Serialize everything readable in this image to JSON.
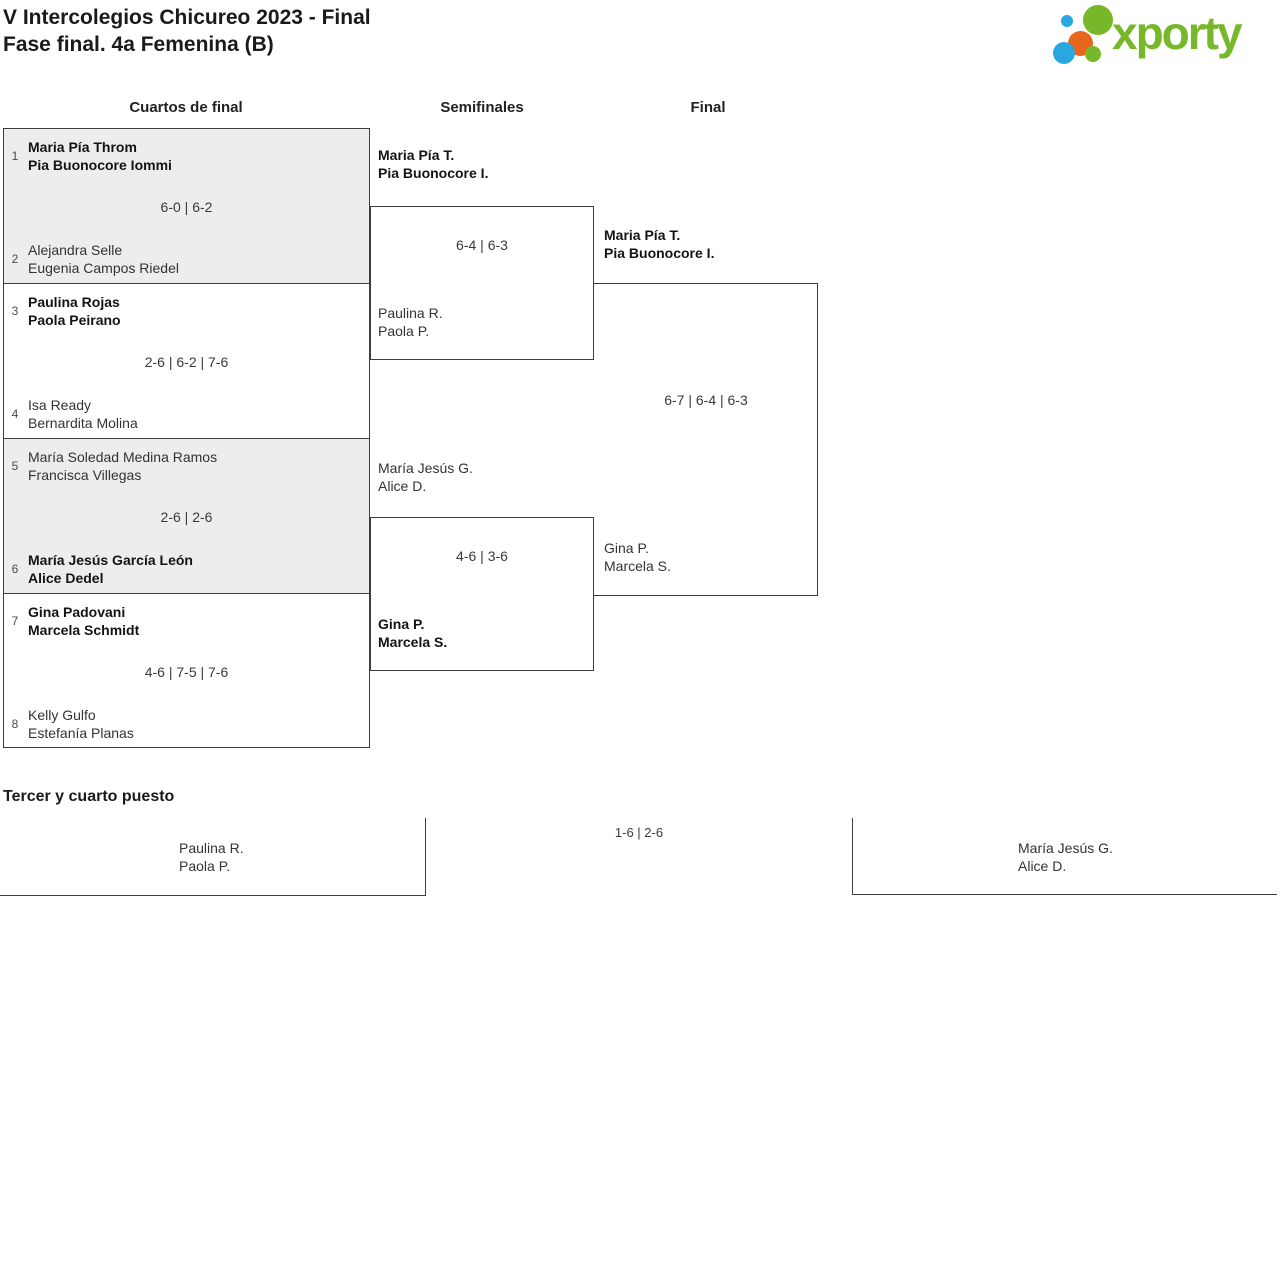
{
  "page": {
    "title_line1": "V Intercolegios Chicureo 2023 - Final",
    "title_line2": "Fase final. 4a Femenina (B)",
    "logo_text": "xporty"
  },
  "colors": {
    "logo_green": "#76b82a",
    "logo_blue": "#29a8e0",
    "logo_orange": "#e8651c",
    "match_box_gray": "#ededed",
    "line_color": "#3d3d3d"
  },
  "rounds": {
    "quarterfinals": "Cuartos de final",
    "semifinals": "Semifinales",
    "final": "Final"
  },
  "bracket": {
    "quarterfinals": [
      {
        "seed_top": "1",
        "team_top": [
          "Maria Pía Throm",
          "Pia Buonocore Iommi"
        ],
        "top_winner": true,
        "score": "6-0 | 6-2",
        "seed_bottom": "2",
        "team_bottom": [
          "Alejandra Selle",
          "Eugenia Campos Riedel"
        ],
        "bottom_winner": false
      },
      {
        "seed_top": "3",
        "team_top": [
          "Paulina Rojas",
          "Paola Peirano"
        ],
        "top_winner": true,
        "score": "2-6 | 6-2 | 7-6",
        "seed_bottom": "4",
        "team_bottom": [
          "Isa Ready",
          "Bernardita Molina"
        ],
        "bottom_winner": false
      },
      {
        "seed_top": "5",
        "team_top": [
          "María Soledad Medina Ramos",
          "Francisca Villegas"
        ],
        "top_winner": false,
        "score": "2-6 | 2-6",
        "seed_bottom": "6",
        "team_bottom": [
          "María Jesús García León",
          "Alice Dedel"
        ],
        "bottom_winner": true
      },
      {
        "seed_top": "7",
        "team_top": [
          "Gina Padovani",
          "Marcela Schmidt"
        ],
        "top_winner": true,
        "score": "4-6 | 7-5 | 7-6",
        "seed_bottom": "8",
        "team_bottom": [
          "Kelly Gulfo",
          "Estefanía Planas"
        ],
        "bottom_winner": false
      }
    ],
    "semifinals": [
      {
        "team_top": [
          "Maria Pía T.",
          "Pia Buonocore I."
        ],
        "top_winner": true,
        "score": "6-4 | 6-3",
        "team_bottom": [
          "Paulina R.",
          "Paola P."
        ],
        "bottom_winner": false
      },
      {
        "team_top": [
          "María Jesús G.",
          "Alice D."
        ],
        "top_winner": false,
        "score": "4-6 | 3-6",
        "team_bottom": [
          "Gina P.",
          "Marcela S."
        ],
        "bottom_winner": true
      }
    ],
    "final": {
      "team_top": [
        "Maria Pía T.",
        "Pia Buonocore I."
      ],
      "top_winner": true,
      "score": "6-7 | 6-4 | 6-3",
      "team_bottom": [
        "Gina P.",
        "Marcela S."
      ],
      "bottom_winner": false
    }
  },
  "third_place": {
    "heading": "Tercer y cuarto puesto",
    "score": "1-6 | 2-6",
    "team_left": [
      "Paulina R.",
      "Paola P."
    ],
    "team_left_winner": false,
    "team_right": [
      "María Jesús G.",
      "Alice D."
    ],
    "team_right_winner": true
  }
}
